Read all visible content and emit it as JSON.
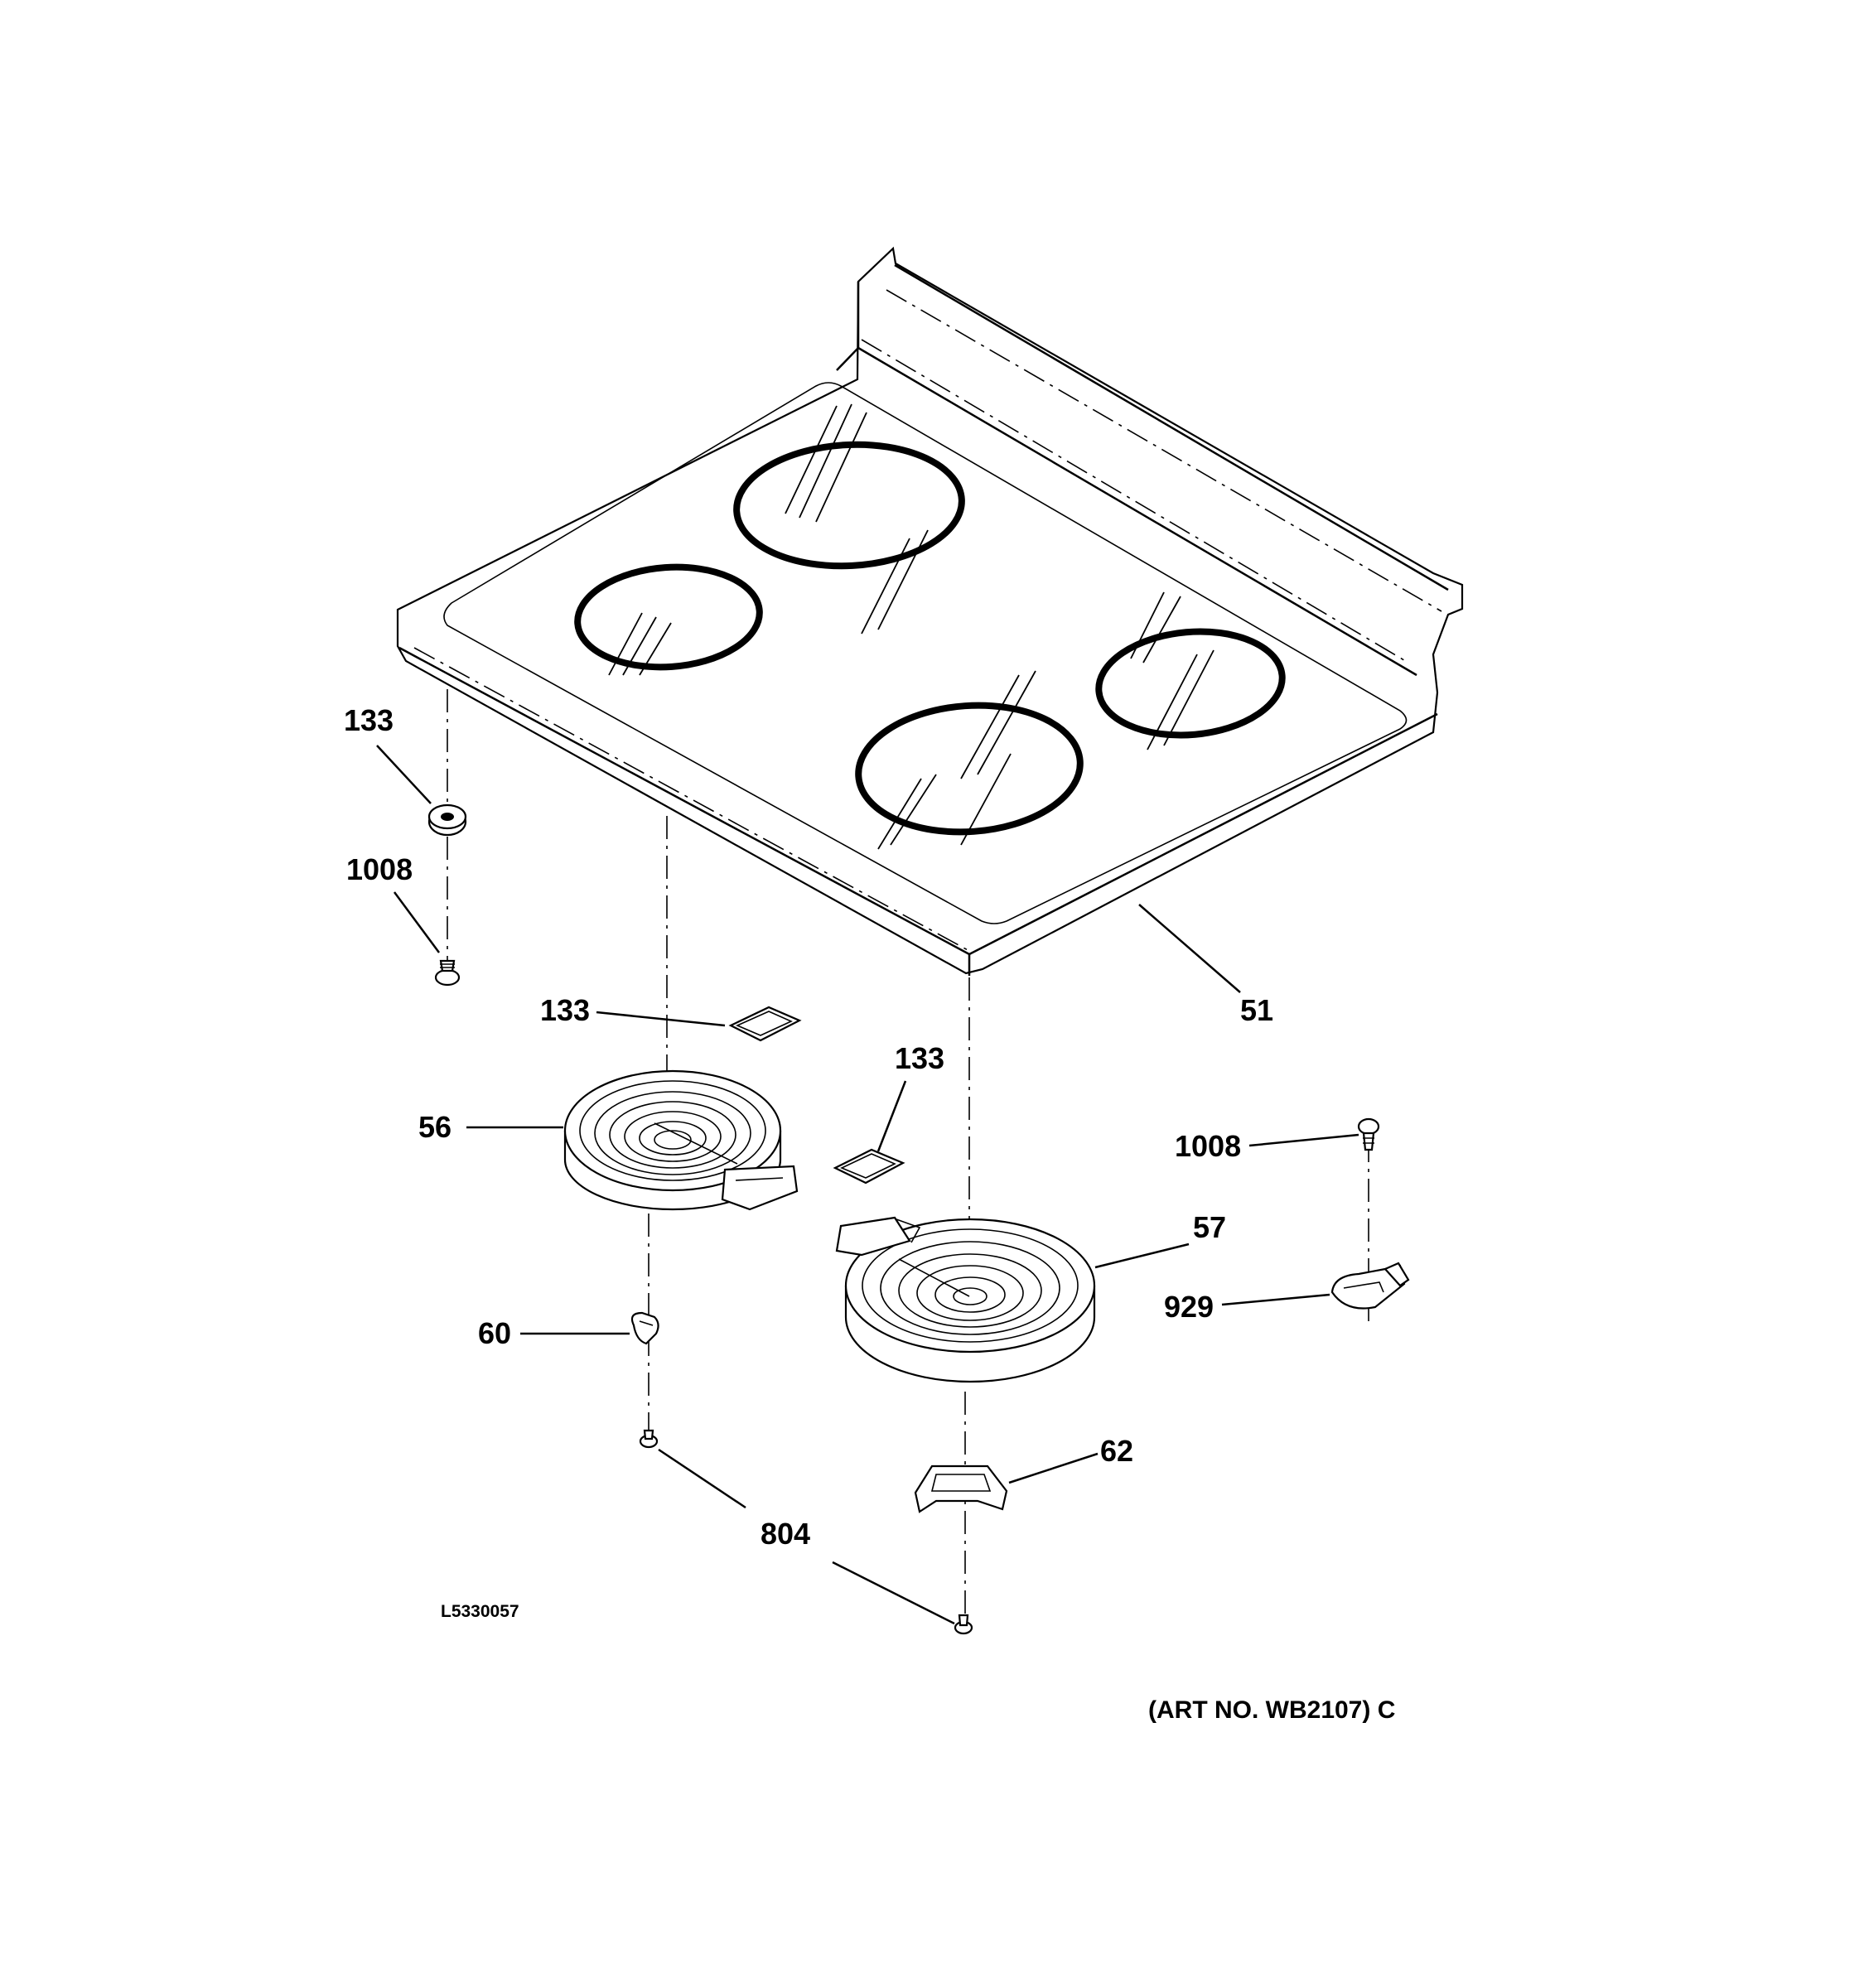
{
  "diagram": {
    "callouts": {
      "c_133_a": "133",
      "c_1008_a": "1008",
      "c_133_b": "133",
      "c_133_c": "133",
      "c_56": "56",
      "c_51": "51",
      "c_1008_b": "1008",
      "c_57": "57",
      "c_929": "929",
      "c_60": "60",
      "c_62": "62",
      "c_804": "804"
    },
    "drawing_code": "L5330057",
    "art_number": "(ART NO. WB2107) C"
  }
}
